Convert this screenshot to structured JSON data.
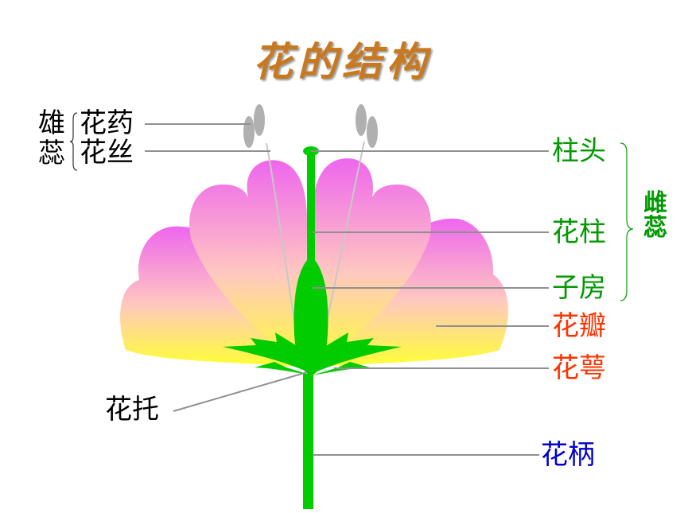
{
  "title": "花的结构",
  "labels": {
    "stamen": "雄蕊",
    "anther": "花药",
    "filament": "花丝",
    "stigma": "柱头",
    "style": "花柱",
    "ovary": "子房",
    "pistil": "雌蕊",
    "petal": "花瓣",
    "sepal": "花萼",
    "receptacle": "花托",
    "pedicel": "花柄"
  },
  "colors": {
    "title": "#c8791f",
    "pistil_green": "#00cc00",
    "petal_top": "#ee77ee",
    "petal_bottom": "#ffff44",
    "label_green": "#009900",
    "label_red": "#ff3300",
    "label_blue": "#0000cc",
    "anther_gray": "#b0b0b0"
  }
}
